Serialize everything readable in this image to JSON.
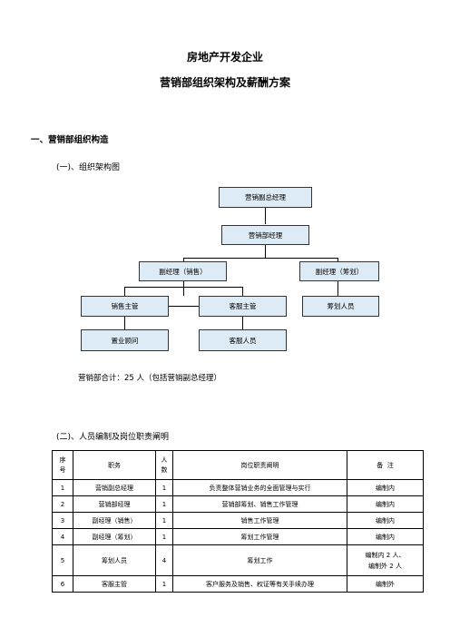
{
  "document": {
    "title": "房地产开发企业",
    "subtitle": "营销部组织架构及薪酬方案",
    "section1": "一、营销部组织构造",
    "section1_sub1": "(一)、组织架构图",
    "total_line": "营销部合计：25 人（包括营销副总经理）",
    "section1_sub2": "(二)、人员编制及岗位职责阐明"
  },
  "org_chart": {
    "top": "营销副总经理",
    "manager": "营销部经理",
    "deputy_sales": "副经理（销售）",
    "deputy_planning": "副经理（筹划）",
    "sales_supervisor": "销售主管",
    "service_supervisor": "客服主管",
    "planning_staff": "筹划人员",
    "property_consultant": "置业顾问",
    "service_staff": "客服人员"
  },
  "table": {
    "headers": {
      "no": "序号",
      "position": "职务",
      "count": "人数",
      "duties": "岗位职责阐明",
      "remark": "备  注"
    },
    "rows": [
      {
        "no": "1",
        "position": "营销副总经理",
        "count": "1",
        "duties": "负责整体营销业务的全面管理与实行",
        "remark": "编制内"
      },
      {
        "no": "2",
        "position": "营销部经理",
        "count": "1",
        "duties": "营销部筹划、销售工作管理",
        "remark": "编制内"
      },
      {
        "no": "3",
        "position": "副经理（销售）",
        "count": "1",
        "duties": "销售工作管理",
        "remark": "编制内"
      },
      {
        "no": "4",
        "position": "副经理（筹划）",
        "count": "1",
        "duties": "筹划工作管理",
        "remark": "编制内"
      },
      {
        "no": "5",
        "position": "筹划人员",
        "count": "4",
        "duties": "筹划工作",
        "remark": "编制内 2 人、编制外 2 人",
        "remark_line1": "编制内 2 人、",
        "remark_line2": "编制外 2 人"
      },
      {
        "no": "6",
        "position": "客服主管",
        "count": "1",
        "duties": "客户服务及销售、权证等有关手续办理",
        "remark": "编制外"
      }
    ]
  }
}
